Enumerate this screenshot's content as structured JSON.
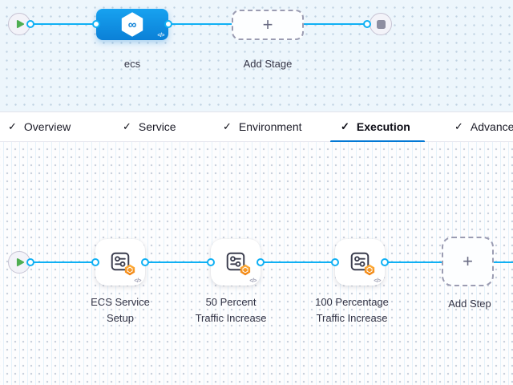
{
  "stage_graph": {
    "stage_label": "ecs",
    "add_stage_label": "Add Stage"
  },
  "tabs": [
    {
      "label": "Overview",
      "checked": true,
      "active": false
    },
    {
      "label": "Service",
      "checked": true,
      "active": false
    },
    {
      "label": "Environment",
      "checked": true,
      "active": false
    },
    {
      "label": "Execution",
      "checked": true,
      "active": true
    },
    {
      "label": "Advanced",
      "checked": true,
      "active": false
    }
  ],
  "execution_graph": {
    "steps": [
      {
        "line1": "ECS Service",
        "line2": "Setup"
      },
      {
        "line1": "50 Percent",
        "line2": "Traffic Increase"
      },
      {
        "line1": "100 Percentage",
        "line2": "Traffic Increase"
      }
    ],
    "add_step_label": "Add Step"
  },
  "glyphs": {
    "check": "✓",
    "plus": "+",
    "code": "</>",
    "infinity": "∞"
  },
  "colors": {
    "connector_blue": "#0fb0f4",
    "stage_blue_top": "#17a2f0",
    "stage_blue_bottom": "#0b80d7",
    "active_tab_underline": "#0278d5",
    "play_green": "#4fae52",
    "badge_orange": "#f0800e",
    "canvas_top_bg": "#edf6fc",
    "canvas_bottom_bg": "#fdfdfe"
  }
}
